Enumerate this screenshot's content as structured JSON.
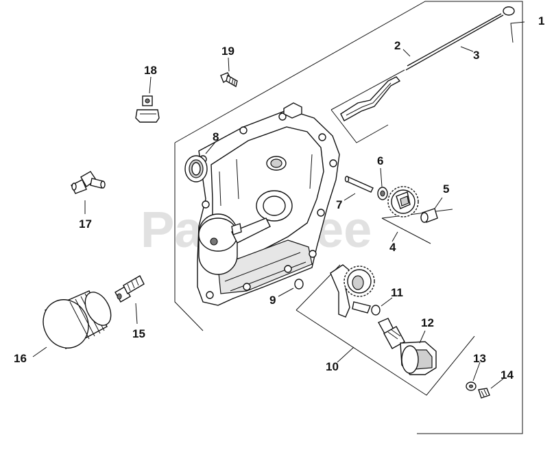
{
  "watermark": "PartsTree",
  "callouts": [
    "1",
    "2",
    "3",
    "4",
    "5",
    "6",
    "7",
    "8",
    "9",
    "10",
    "11",
    "12",
    "13",
    "14",
    "15",
    "16",
    "17",
    "18",
    "19"
  ]
}
